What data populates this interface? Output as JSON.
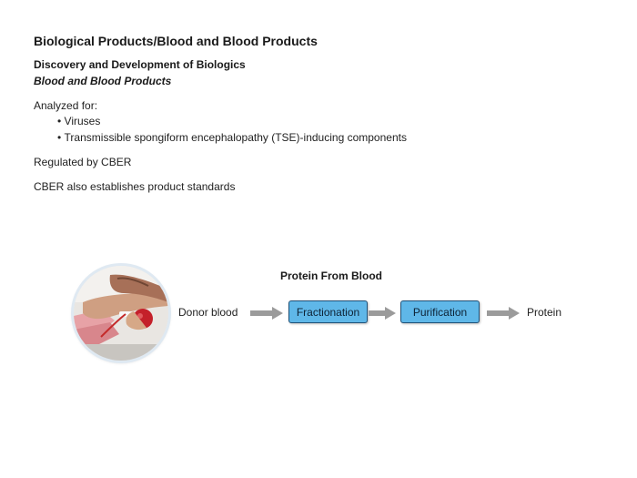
{
  "slide": {
    "title": "Biological Products/Blood and Blood Products",
    "subtitle": "Discovery and Development of Biologics",
    "subtitle_emphasis": "Blood and Blood Products",
    "analyzed_label": "Analyzed for:",
    "analyzed_items": [
      "Viruses",
      "Transmissible spongiform encephalopathy (TSE)-inducing components"
    ],
    "regulated": "Regulated by CBER",
    "standards": "CBER also establishes product standards"
  },
  "diagram": {
    "title": "Protein From Blood",
    "steps": {
      "input": "Donor blood",
      "step1": "Fractionation",
      "step2": "Purification",
      "output": "Protein"
    },
    "colors": {
      "box_fill": "#5fb7e8",
      "box_border": "#1f4f75",
      "arrow": "#9b9b9b"
    },
    "photo_icon": "blood-donation-photo"
  }
}
